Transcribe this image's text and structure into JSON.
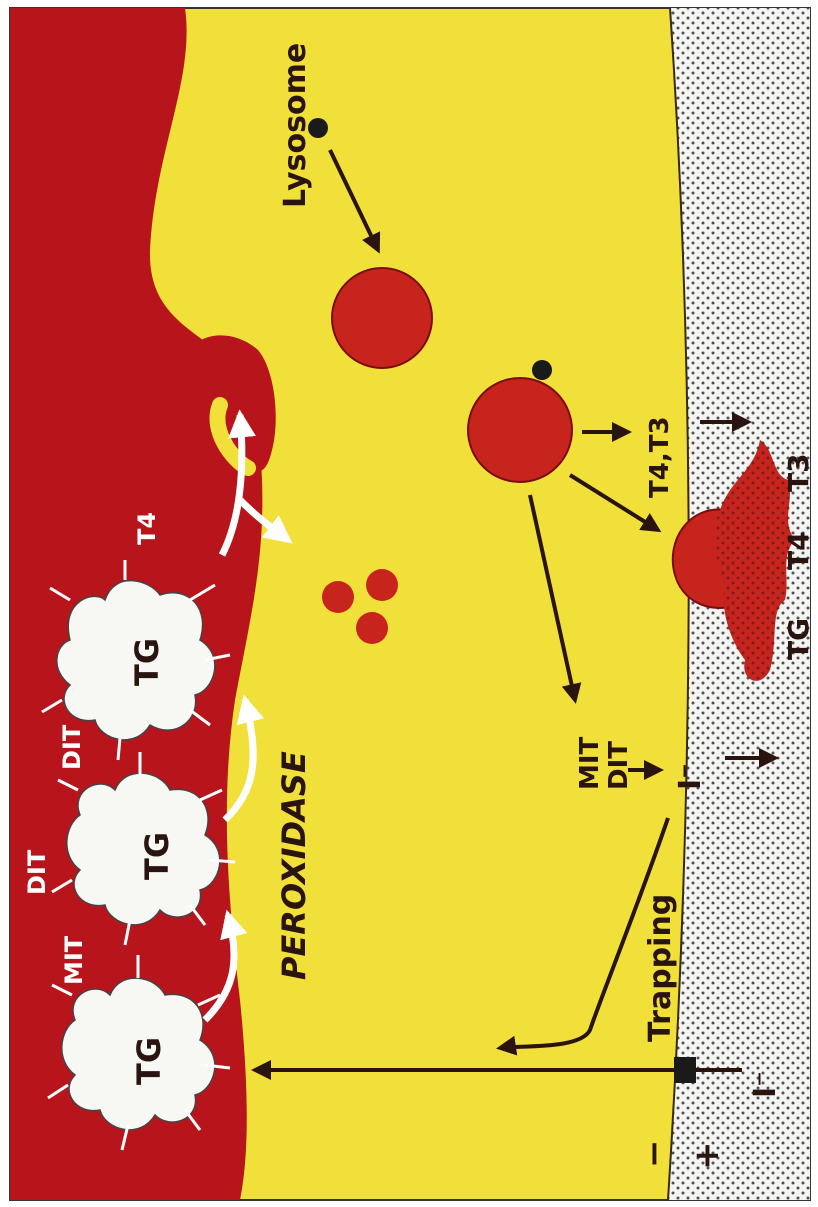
{
  "colors": {
    "colloid": "#b8141b",
    "cell": "#f1e03a",
    "blood": "#f4f4f2",
    "arrow": "#2a1410",
    "white": "#ffffff"
  },
  "labels": {
    "lysosome": "Lysosome",
    "peroxidase": "PEROXIDASE",
    "trapping": "Trapping",
    "tg": "TG",
    "mit": "MIT",
    "dit": "DIT",
    "t4": "T4",
    "t3": "T3",
    "t4_t3": "T4,T3",
    "iodide": "I⁻",
    "minus": "−",
    "plus": "+"
  }
}
